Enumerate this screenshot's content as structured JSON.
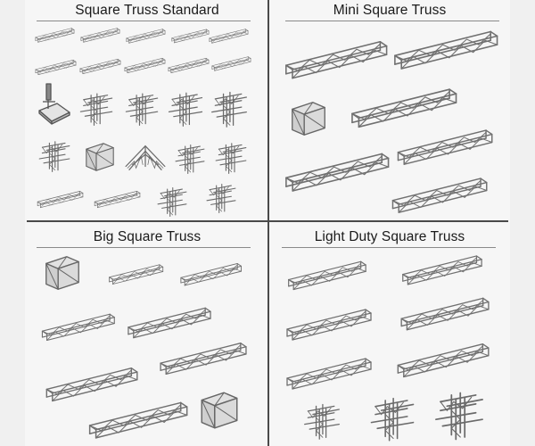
{
  "colors": {
    "page_bg": "#f0f0f0",
    "sheet_bg": "#f6f6f6",
    "divider": "#4a4a4a",
    "title_text": "#1a1a1a",
    "truss_stroke": "#6e6e6e",
    "truss_fill": "#d9d9d9"
  },
  "panels": [
    {
      "id": "square-truss-standard",
      "title": "Square Truss Standard",
      "items": [
        "straight-segment",
        "straight-segment",
        "straight-segment",
        "straight-segment",
        "straight-segment",
        "straight-segment",
        "straight-segment",
        "straight-segment",
        "straight-segment",
        "straight-segment",
        "base-plate-with-pole",
        "4-way-junction",
        "5-way-junction",
        "t-junction-vertical",
        "4-way-corner-vertical",
        "3-way-corner",
        "box-corner",
        "apex-joint",
        "2-way-corner",
        "3-way-t-corner",
        "2-way-corner-60",
        "2-way-corner-135",
        "3-way-corner-down",
        "6-way-cross"
      ]
    },
    {
      "id": "mini-square-truss",
      "title": "Mini Square Truss",
      "items": [
        "straight-short",
        "straight-medium",
        "box-corner",
        "straight-medium",
        "straight-long",
        "straight-long",
        "straight-long"
      ]
    },
    {
      "id": "big-square-truss",
      "title": "Big Square Truss",
      "items": [
        "cube-section",
        "straight-short",
        "straight-short",
        "straight-medium",
        "straight-medium",
        "straight-long",
        "straight-long",
        "straight-long",
        "box-corner"
      ]
    },
    {
      "id": "light-duty-square-truss",
      "title": "Light Duty Square Truss",
      "items": [
        "straight-short",
        "straight-short",
        "straight-medium",
        "straight-medium",
        "straight-long",
        "straight-long",
        "2-way-corner",
        "corner-vertical",
        "t-junction-vertical"
      ]
    }
  ]
}
